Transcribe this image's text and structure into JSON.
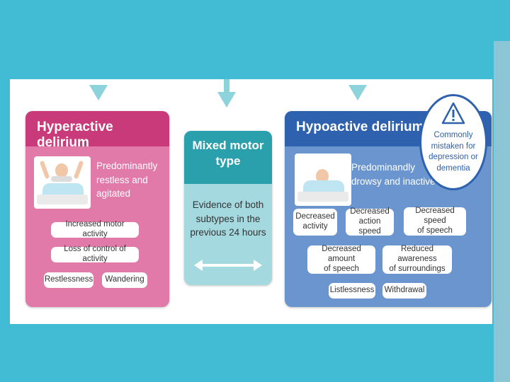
{
  "hyperactive": {
    "title": "Hyperactive delirium",
    "description": [
      "Predominantly",
      "restless and",
      "agitated"
    ],
    "features": [
      "Increased motor activity",
      "Loss of control of activity",
      "Restlessness",
      "Wandering"
    ]
  },
  "mixed": {
    "title_line1": "Mixed motor",
    "title_line2": "type",
    "description": [
      "Evidence of both",
      "subtypes in the",
      "previous 24 hours"
    ]
  },
  "hypoactive": {
    "title": "Hypoactive delirium",
    "description": [
      "Predominandly",
      "drowsy and inactive"
    ],
    "features": [
      [
        "Decreased",
        "activity"
      ],
      [
        "Decreased",
        "action speed"
      ],
      [
        "Decreased speed",
        "of speech"
      ],
      [
        "Decreased amount",
        "of speech"
      ],
      [
        "Reduced awareness",
        "of surroundings"
      ],
      [
        "Listlessness"
      ],
      [
        "Withdrawal"
      ]
    ],
    "warning": [
      "Commonly",
      "mistaken for",
      "depression or",
      "dementia"
    ]
  },
  "colors": {
    "background": "#41bcd4",
    "hyper_header": "#c83a7a",
    "hyper_body": "#e27aa9",
    "mixed_header": "#2aa0ad",
    "mixed_body": "#a5d9e0",
    "hypo_header": "#2e61ae",
    "hypo_body": "#6b95cf"
  },
  "icons": [
    "down-arrow-icon",
    "patient-in-bed-icon",
    "double-arrow-icon",
    "warning-triangle-icon"
  ]
}
